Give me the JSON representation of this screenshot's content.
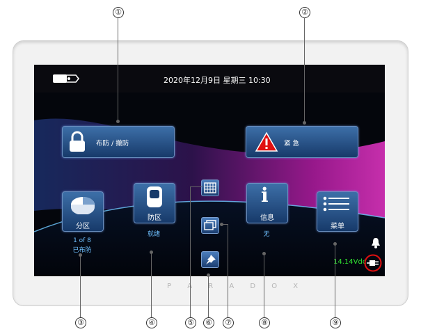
{
  "callouts": [
    "①",
    "②",
    "③",
    "④",
    "⑤",
    "⑥",
    "⑦",
    "⑧",
    "⑨"
  ],
  "topbar": {
    "datetime": "2020年12月9日 星期三 10:30",
    "left_icon": "hand-card-icon"
  },
  "buttons": {
    "arm_disarm": "布防 / 撤防",
    "panic": "紧 急",
    "partition": "分区",
    "zone": "防区",
    "info": "信息",
    "menu": "菜单"
  },
  "status": {
    "partition_count": "1 of 8",
    "partition_state": "已布防",
    "zone_state": "就绪",
    "info_state": "无"
  },
  "power": {
    "voltage": "14.14Vdc"
  },
  "brand": "P A R A D O X",
  "colors": {
    "accent_blue": "#3d6fa8",
    "status_blue": "#6fc0ff",
    "voltage_green": "#30e030",
    "warning_red": "#e01010"
  }
}
